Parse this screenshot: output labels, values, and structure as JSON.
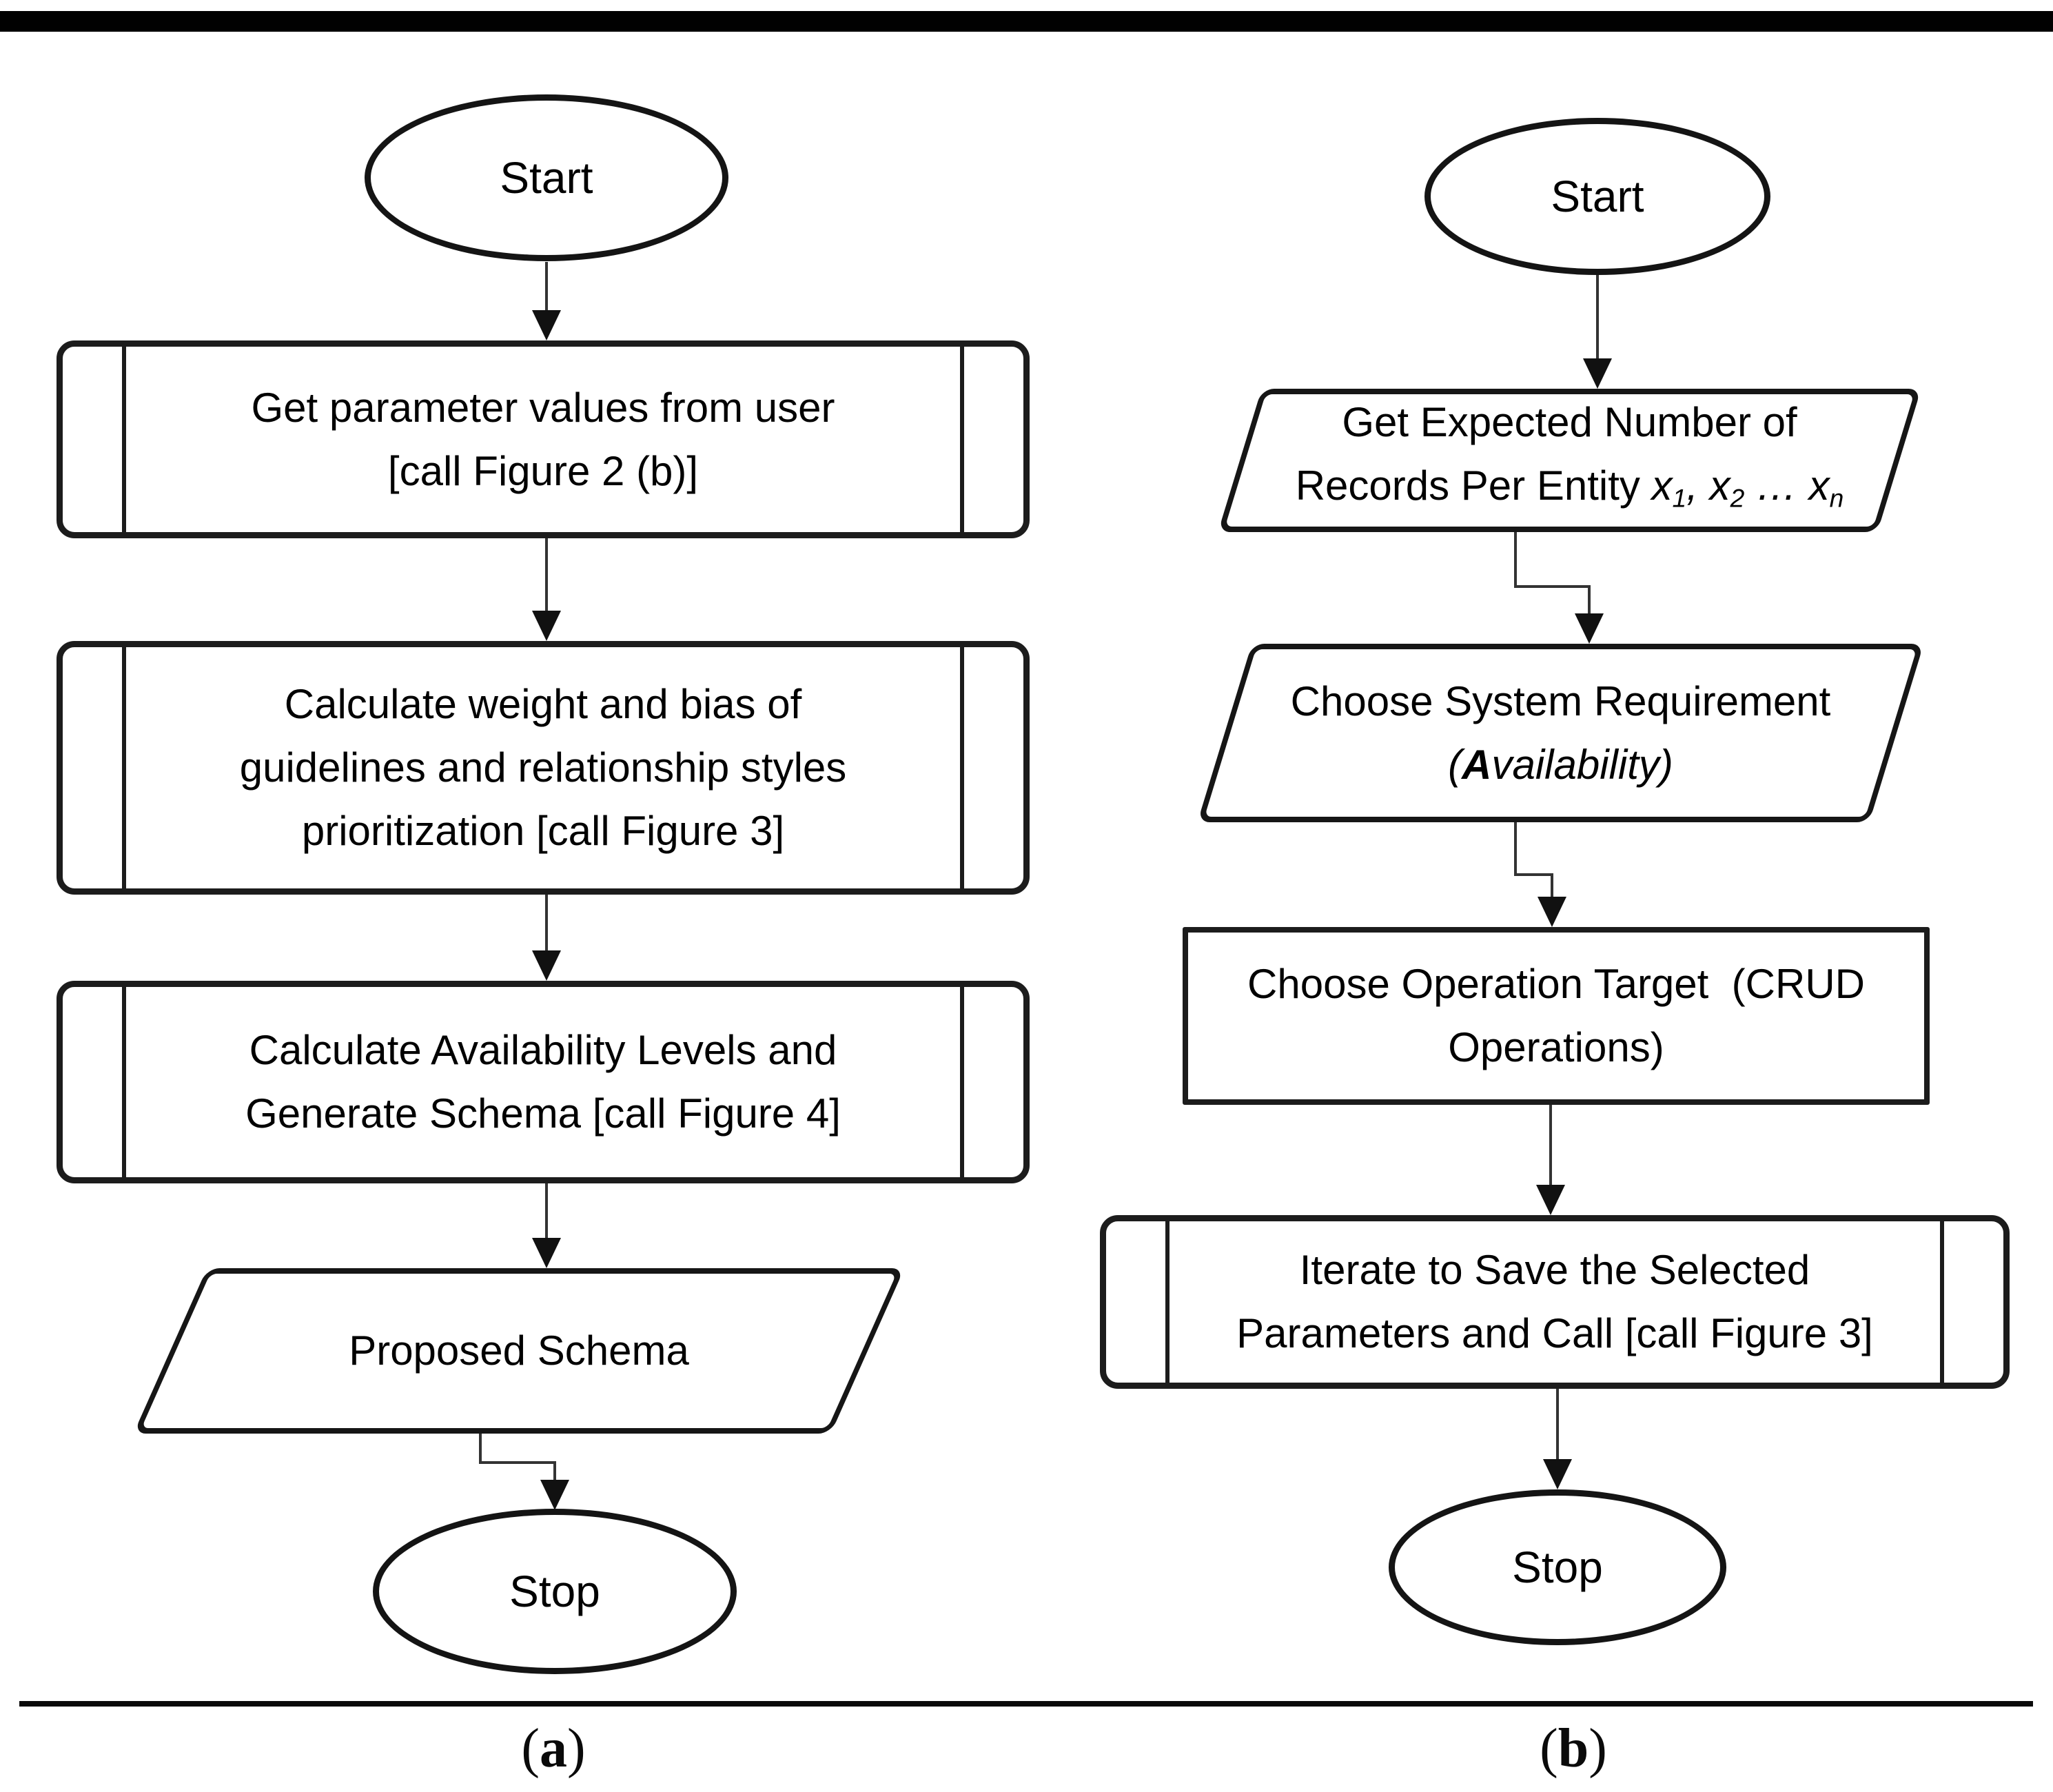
{
  "panels": {
    "a": {
      "caption_runs": [
        {
          "t": "("
        },
        {
          "t": "a",
          "b": 1
        },
        {
          "t": ")"
        }
      ],
      "start": "Start",
      "stop": "Stop",
      "step1_lines": [
        "Get parameter values from user",
        "[call Figure 2 (b)]"
      ],
      "step2_lines": [
        "Calculate weight and bias of",
        "guidelines and relationship styles",
        "prioritization [call Figure 3]"
      ],
      "step3_lines": [
        "Calculate Availability Levels and",
        "Generate Schema [call Figure 4]"
      ],
      "output_lines": [
        "Proposed Schema"
      ]
    },
    "b": {
      "caption_runs": [
        {
          "t": "("
        },
        {
          "t": "b",
          "b": 1
        },
        {
          "t": ")"
        }
      ],
      "start": "Start",
      "stop": "Stop",
      "input_lines_runs": [
        [
          {
            "t": "Get Expected Number of"
          }
        ],
        [
          {
            "t": "Records Per Entity "
          },
          {
            "t": "x",
            "i": 1
          },
          {
            "t": "1",
            "i": 1,
            "sub": 1
          },
          {
            "t": ", ",
            "i": 1
          },
          {
            "t": "x",
            "i": 1
          },
          {
            "t": "2",
            "i": 1,
            "sub": 1
          },
          {
            "t": " … ",
            "i": 1
          },
          {
            "t": "x",
            "i": 1
          },
          {
            "t": "n",
            "i": 1,
            "sub": 1
          }
        ]
      ],
      "requirement_lines_runs": [
        [
          {
            "t": "Choose System Requirement"
          }
        ],
        [
          {
            "t": "(",
            "i": 1
          },
          {
            "t": "A",
            "i": 1,
            "b": 1
          },
          {
            "t": "vailability",
            "i": 1
          },
          {
            "t": ")",
            "i": 1
          }
        ]
      ],
      "target_lines": [
        "Choose Operation Target  (CRUD",
        "Operations)"
      ],
      "iterate_lines": [
        "Iterate to Save the Selected",
        "Parameters and Call [call Figure 3]"
      ]
    }
  },
  "colors": {
    "ink": "#000000",
    "shape_stroke": "#1c1c1c",
    "connector": "#333333",
    "background": "#ffffff"
  }
}
